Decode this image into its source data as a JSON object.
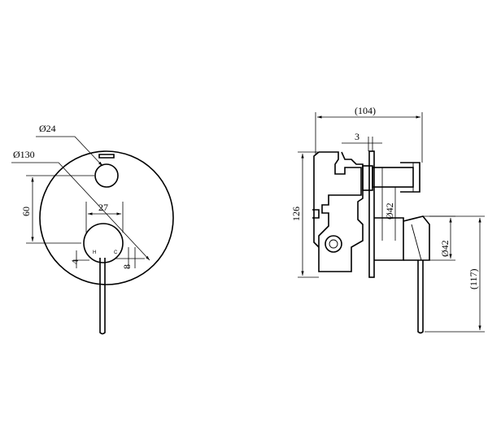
{
  "front_view": {
    "dim_outer_diameter": "Ø130",
    "dim_top_diameter": "Ø24",
    "dim_height": "60",
    "dim_offset": "27",
    "dim_small": "4",
    "dim_eight": "8",
    "label_hot": "H",
    "label_cold": "C"
  },
  "side_view": {
    "dim_depth": "(104)",
    "dim_three": "3",
    "dim_overall_height": "126",
    "dim_upper_diameter": "Ø42",
    "dim_lower_diameter": "Ø42",
    "dim_lower_height": "(117)"
  }
}
